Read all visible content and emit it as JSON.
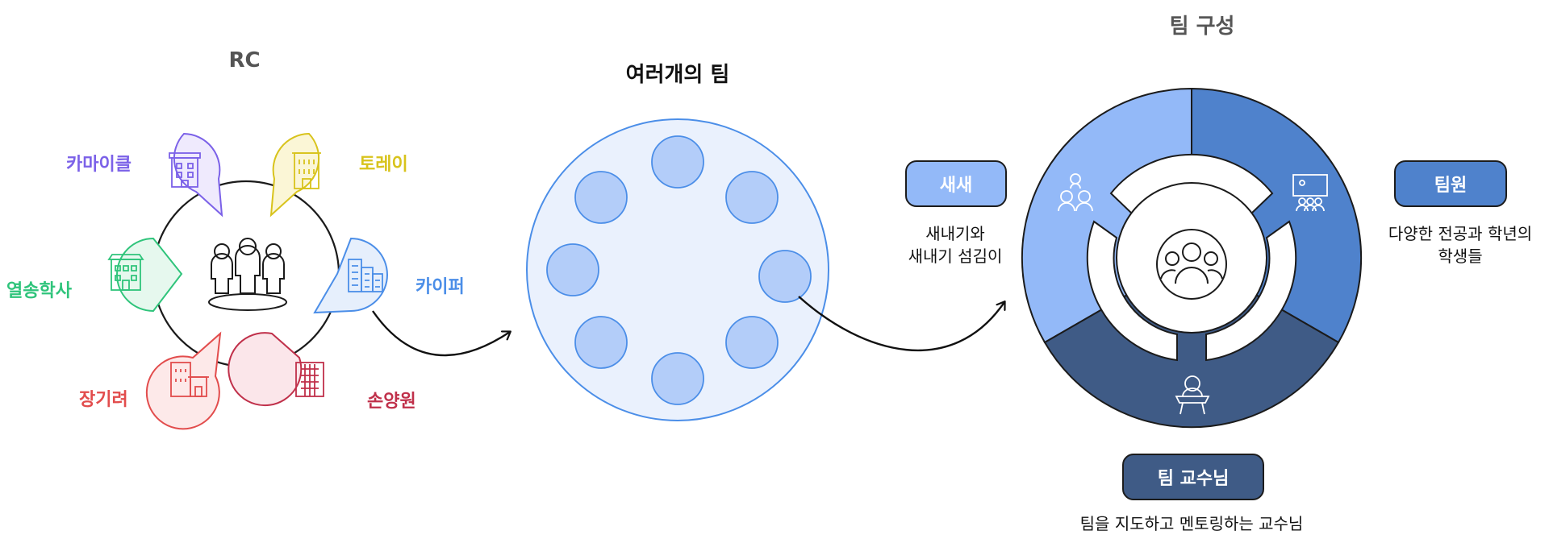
{
  "rc": {
    "title": "RC",
    "houses": [
      {
        "label": "카마이클",
        "color": "#7b61e8",
        "fill": "#efeafd"
      },
      {
        "label": "토레이",
        "color": "#d8c31c",
        "fill": "#fbf6d6"
      },
      {
        "label": "카이퍼",
        "color": "#4b8ee8",
        "fill": "#e6effc"
      },
      {
        "label": "손양원",
        "color": "#c0304a",
        "fill": "#fbe6ea"
      },
      {
        "label": "장기려",
        "color": "#e24c4c",
        "fill": "#fde9e9"
      },
      {
        "label": "열송학사",
        "color": "#2fc47b",
        "fill": "#e6f8ee"
      }
    ]
  },
  "teams": {
    "title": "여러개의 팀"
  },
  "composition": {
    "title": "팀 구성",
    "segments": [
      {
        "name": "새새",
        "color": "#93b9f8"
      },
      {
        "name": "팀원",
        "color": "#4f82cc"
      },
      {
        "name": "팀 교수님",
        "color": "#3f5b86"
      }
    ],
    "saesae": {
      "label": "새새",
      "desc": [
        "새내기와",
        "새내기 섬김이"
      ]
    },
    "member": {
      "label": "팀원",
      "desc": [
        "다양한 전공과 학년의",
        "학생들"
      ]
    },
    "professor": {
      "label": "팀 교수님",
      "desc": [
        "팀을 지도하고 멘토링하는 교수님"
      ]
    }
  }
}
